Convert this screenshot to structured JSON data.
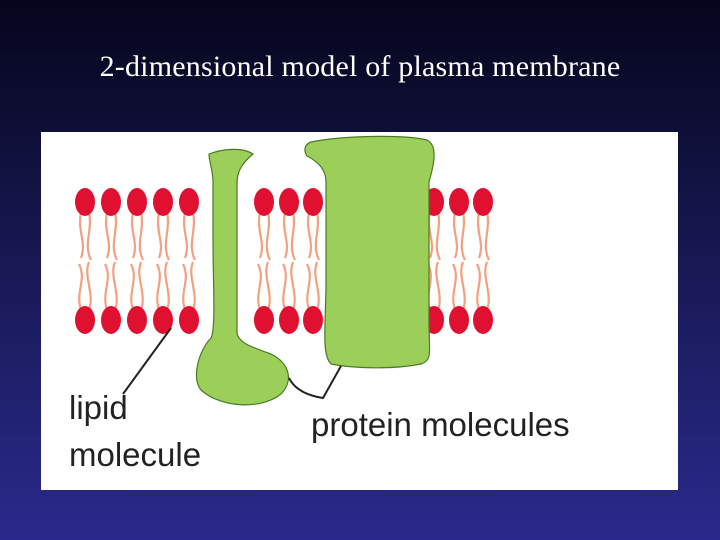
{
  "slide": {
    "title": "2-dimensional model of plasma membrane"
  },
  "figure": {
    "labels": {
      "lipid_line1": "lipid",
      "lipid_line2": "molecule",
      "protein": "protein molecules"
    },
    "colors": {
      "lipid_head": "#e01030",
      "lipid_tail": "#f4a080",
      "protein_fill": "#9bcf5a",
      "protein_stroke": "#4a7a25",
      "leader_line": "#222222",
      "panel_background": "#ffffff",
      "slide_background_top": "#05051c",
      "slide_background_bottom": "#2a2a8c"
    }
  }
}
